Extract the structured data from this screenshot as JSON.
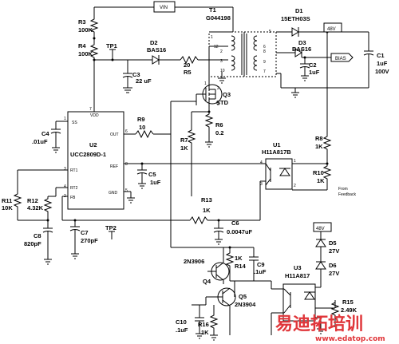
{
  "nets": {
    "vin": "VIN",
    "v48_top": "48V",
    "bias": "BIAS",
    "v48_bot": "48V"
  },
  "testpoints": {
    "tp1": "TP1",
    "tp2": "TP2"
  },
  "transformer": {
    "name": "T1",
    "part": "G044198",
    "pins": [
      "1",
      "12",
      "2",
      "3",
      "10",
      "5",
      "6",
      "8",
      "9",
      "7"
    ]
  },
  "ic": {
    "name": "U2",
    "part": "UCC2809D-1",
    "pins": {
      "ss": "SS",
      "vdd": "VDD",
      "out": "OUT",
      "fb": "FB",
      "rt1": "RT1",
      "rt2": "RT2",
      "ref": "REF",
      "gnd": "GND"
    },
    "pin_numbers": {
      "ss": "1",
      "vdd": "7",
      "out": "6",
      "rt1": "3",
      "rt2": "4",
      "fb": "2",
      "ref": "8",
      "gnd": "5"
    }
  },
  "components": {
    "r3": {
      "name": "R3",
      "value": "100K"
    },
    "r4": {
      "name": "R4",
      "value": "100K"
    },
    "d2": {
      "name": "D2",
      "part": "BAS16"
    },
    "r5": {
      "name": "R5",
      "value": "20"
    },
    "c3": {
      "name": "C3",
      "value": "22 uF"
    },
    "q3": {
      "name": "Q3",
      "part": "STD"
    },
    "r9": {
      "name": "R9",
      "value": "10"
    },
    "r7": {
      "name": "R7",
      "value": "1K"
    },
    "r6": {
      "name": "R6",
      "value": "0.2"
    },
    "c4": {
      "name": "C4",
      "value": ".01uF"
    },
    "c5": {
      "name": "C5",
      "value": "1uF"
    },
    "r11": {
      "name": "R11",
      "value": "10K"
    },
    "r12": {
      "name": "R12",
      "value": "4.32K"
    },
    "c8": {
      "name": "C8",
      "value": "820pF"
    },
    "c7": {
      "name": "C7",
      "value": "270pF"
    },
    "r13": {
      "name": "R13",
      "value": "1K"
    },
    "c6": {
      "name": "C6",
      "value": "0.0047uF"
    },
    "d1": {
      "name": "D1",
      "part": "15ETH03S"
    },
    "d3": {
      "name": "D3",
      "part": "BAS16"
    },
    "c2": {
      "name": "C2",
      "value": "1uF"
    },
    "c1": {
      "name": "C1",
      "value": "1uF",
      "voltage": "100V"
    },
    "r8": {
      "name": "R8",
      "value": "1K"
    },
    "r10": {
      "name": "R10",
      "value": "1K"
    },
    "u1": {
      "name": "U1",
      "part": "H11A817B"
    },
    "feedback": {
      "line1": "From",
      "line2": "Feedback"
    },
    "d5": {
      "name": "D5",
      "value": "27V"
    },
    "d6": {
      "name": "D6",
      "value": "27V"
    },
    "r14": {
      "name": "R14",
      "value": "1K"
    },
    "c9": {
      "name": "C9",
      "value": ".1uF"
    },
    "q4": {
      "name": "Q4",
      "part": "2N3906"
    },
    "q5": {
      "name": "Q5",
      "part": "2N3904"
    },
    "u3": {
      "name": "U3",
      "part": "H11A817"
    },
    "r15": {
      "name": "R15",
      "value": "2.49K"
    },
    "c10": {
      "name": "C10",
      "value": ".1uF"
    },
    "r16": {
      "name": "R16",
      "value": "1K"
    }
  },
  "pin_labels": {
    "u1_4": "4",
    "u1_3": "3",
    "u1_1": "1",
    "u1_2": "2",
    "q3_1": "1",
    "q3_2": "2",
    "q3_3": "3"
  },
  "watermark": {
    "main": "易迪拓培训",
    "sub": "www.edatop.com"
  }
}
